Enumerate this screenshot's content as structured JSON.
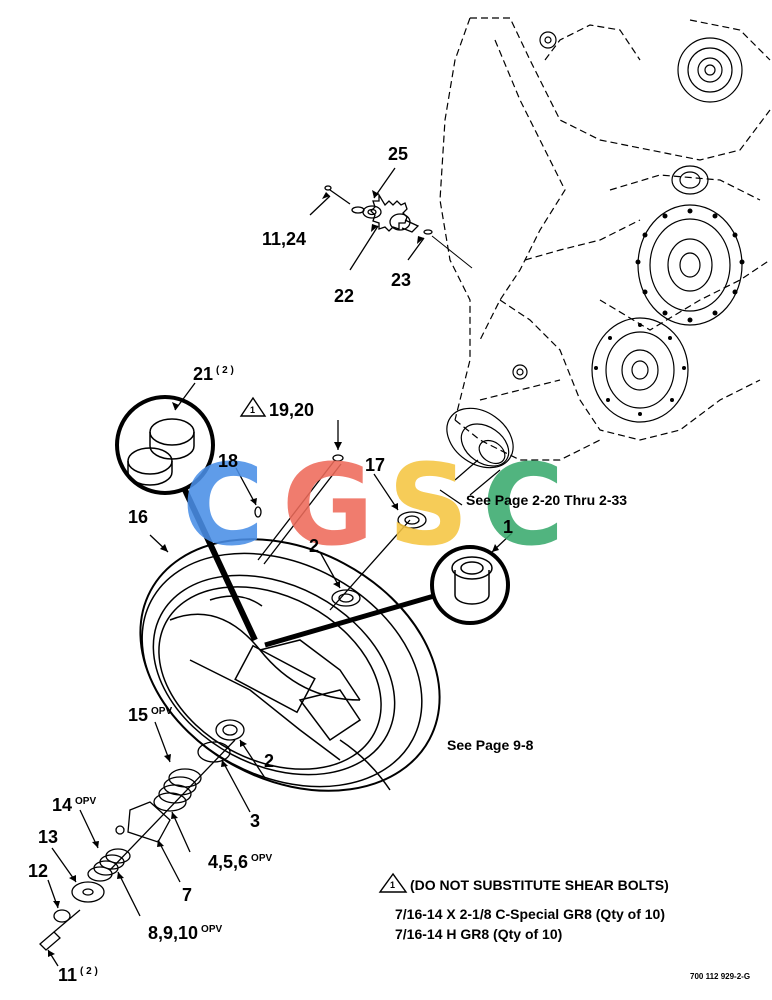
{
  "callouts": {
    "c25": "25",
    "c11_24": "11,24",
    "c22": "22",
    "c23": "23",
    "c21": "21",
    "c21_qty": "( 2 )",
    "c19_20": "19,20",
    "c18": "18",
    "c17": "17",
    "c16": "16",
    "c2_upper": "2",
    "c1": "1",
    "c15": "15",
    "c15_tag": "OPV",
    "c2_lower": "2",
    "c3": "3",
    "c14": "14",
    "c14_tag": "OPV",
    "c13": "13",
    "c4_5_6": "4,5,6",
    "c4_5_6_tag": "OPV",
    "c7": "7",
    "c12": "12",
    "c8_9_10": "8,9,10",
    "c8_9_10_tag": "OPV",
    "c11": "11",
    "c11_qty": "( 2 )",
    "warning_marker": "1"
  },
  "references": {
    "see_page_upper": "See Page 2-20 Thru 2-33",
    "see_page_lower": "See Page 9-8"
  },
  "notes": {
    "warning": "(DO NOT SUBSTITUTE SHEAR BOLTS)",
    "bolt_spec": "7/16-14 X 2-1/8 C-Special GR8 (Qty of 10)",
    "nut_spec": "7/16-14 H GR8 (Qty of 10)"
  },
  "drawing_number": "700 112 929-2-G",
  "watermark": {
    "letters": [
      "C",
      "G",
      "S",
      "C"
    ],
    "colors": [
      "#4a8fe7",
      "#ee6b5b",
      "#f5c542",
      "#3aaa6e"
    ]
  }
}
